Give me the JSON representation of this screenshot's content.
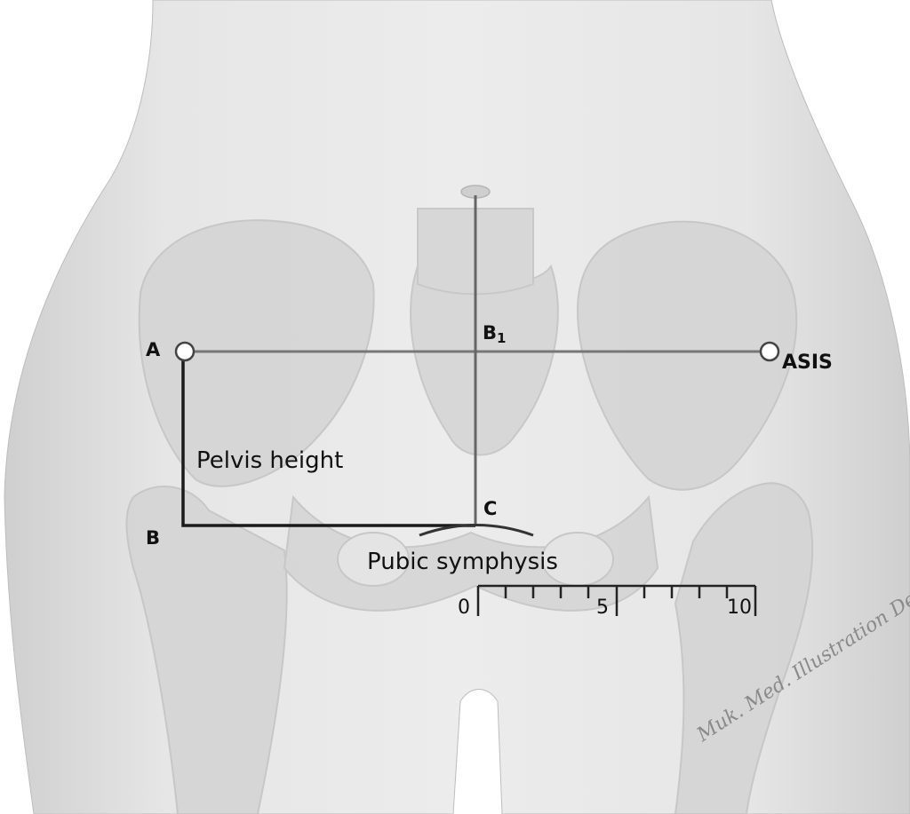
{
  "labels": {
    "point_a": "A",
    "point_b": "B",
    "point_b1_letter": "B",
    "point_b1_sub": "1",
    "point_c": "C",
    "asis": "ASIS",
    "pelvis_height": "Pelvis height",
    "pubic_symphysis": "Pubic symphysis"
  },
  "scale": {
    "tick_0": "0",
    "tick_5": "5",
    "tick_10": "10",
    "max": 10
  },
  "watermark": "Muk. Med. Illustration Dept.",
  "colors": {
    "background": "#ffffff",
    "body_skin": "#e2e2e2",
    "bone": "#d0d0d0",
    "measure_line": "#777777",
    "height_line": "#1a1a1a",
    "marker_fill": "#ffffff"
  }
}
